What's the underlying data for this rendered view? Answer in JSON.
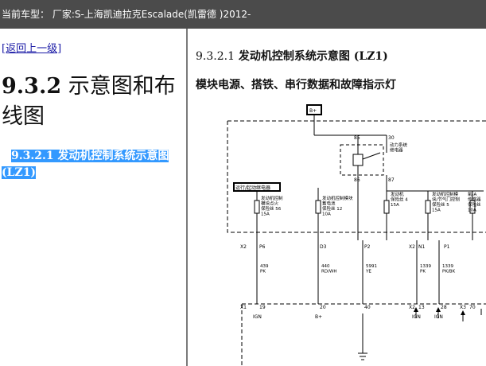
{
  "titlebar": {
    "text": "当前车型：  厂家:S-上海凯迪拉克Escalade(凯雷德 )2012-"
  },
  "left": {
    "back_link": "[返回上一级]",
    "section_num": "9.3.2",
    "section_title": " 示意图和布线图",
    "selected_num": "9.3.2.1",
    "selected_title": " 发动机控制系统示意图 (LZ1)"
  },
  "doc": {
    "title_num": "9.3.2.1",
    "title_text": " 发动机控制系统示意图 (LZ1)",
    "subtitle": "模块电源、搭铁、串行数据和故障指示灯"
  },
  "diagram": {
    "b_plus": "B+",
    "relay_label": "动力系统\n继电器",
    "relay_pin_85": "85",
    "relay_pin_30": "30",
    "relay_pin_86": "86",
    "relay_pin_87": "87",
    "run_crank_relay": "运行/起动继电器",
    "fuse1": "发动机控制\n模块点火\n保险丝 56\n15A",
    "fuse2": "发动机控制模块\n蓄电池\n保险丝 12\n10A",
    "fuse3": "发动机\n保险丝 4\n15A",
    "fuse4": "发动机控制模\n块/节气门控制\n保险丝 5\n15A",
    "fuse5": "氧-A\n传感器\n保险丝\n10A",
    "conn_x2_top": "X2",
    "pin_p6": "P6",
    "pin_d3": "D3",
    "pin_p2": "P2",
    "conn_x2_mid": "X2",
    "pin_n1": "N1",
    "pin_p1": "P1",
    "wire1": "439\nPK",
    "wire2": "440\nRD/WH",
    "wire3": "5991\nYE",
    "wire4": "1339\nPK",
    "wire5": "1339\nPK/BK",
    "conn_x1": "X1",
    "pin_19": "19",
    "pin_20": "20",
    "pin_40": "40",
    "conn_x2_bot": "X2",
    "pin_13": "13",
    "pin_28": "28",
    "conn_x3": "X3",
    "pin_70": "70",
    "lbl_ign1": "IGN",
    "lbl_bplus": "B+",
    "lbl_ign2": "IGN",
    "lbl_ign3": "IGN"
  }
}
